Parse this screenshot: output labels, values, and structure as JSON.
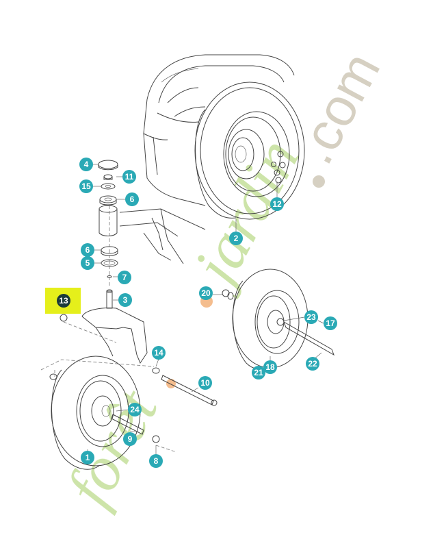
{
  "watermark": {
    "text": "foretjardin.com",
    "color_green": "#c4df9a",
    "color_orange": "#f3b27a",
    "color_grey": "#cfc8b8"
  },
  "highlight_color": "#e5ef1b",
  "callout_color": "#2aa9b5",
  "callouts": [
    {
      "label": "1"
    },
    {
      "label": "2"
    },
    {
      "label": "3"
    },
    {
      "label": "4"
    },
    {
      "label": "5"
    },
    {
      "label": "6"
    },
    {
      "label": "6"
    },
    {
      "label": "7"
    },
    {
      "label": "8"
    },
    {
      "label": "9"
    },
    {
      "label": "10"
    },
    {
      "label": "11"
    },
    {
      "label": "12"
    },
    {
      "label": "13"
    },
    {
      "label": "14"
    },
    {
      "label": "15"
    },
    {
      "label": "17"
    },
    {
      "label": "18"
    },
    {
      "label": "20"
    },
    {
      "label": "21"
    },
    {
      "label": "22"
    },
    {
      "label": "23"
    },
    {
      "label": "24"
    }
  ]
}
